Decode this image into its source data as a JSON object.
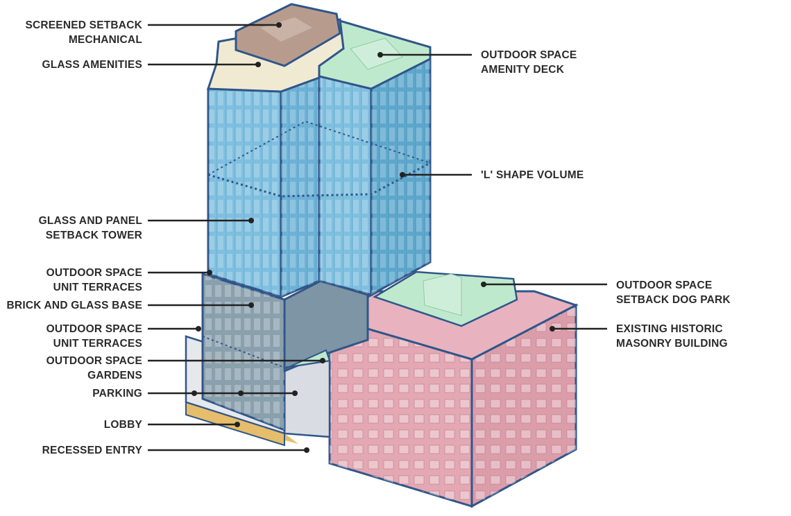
{
  "labels_left": [
    {
      "id": "screened-setback-mechanical",
      "lines": [
        "SCREENED SETBACK",
        "MECHANICAL"
      ]
    },
    {
      "id": "glass-amenities",
      "lines": [
        "GLASS AMENITIES"
      ]
    },
    {
      "id": "glass-and-panel-setback-tower",
      "lines": [
        "GLASS AND PANEL",
        "SETBACK TOWER"
      ]
    },
    {
      "id": "outdoor-space-unit-terraces-upper",
      "lines": [
        "OUTDOOR SPACE",
        "UNIT TERRACES"
      ]
    },
    {
      "id": "brick-and-glass-base",
      "lines": [
        "BRICK AND GLASS BASE"
      ]
    },
    {
      "id": "outdoor-space-unit-terraces-lower",
      "lines": [
        "OUTDOOR SPACE",
        "UNIT TERRACES"
      ]
    },
    {
      "id": "outdoor-space-gardens",
      "lines": [
        "OUTDOOR SPACE",
        "GARDENS"
      ]
    },
    {
      "id": "parking",
      "lines": [
        "PARKING"
      ]
    },
    {
      "id": "lobby",
      "lines": [
        "LOBBY"
      ]
    },
    {
      "id": "recessed-entry",
      "lines": [
        "RECESSED ENTRY"
      ]
    }
  ],
  "labels_right": [
    {
      "id": "outdoor-space-amenity-deck",
      "lines": [
        "OUTDOOR SPACE",
        "AMENITY DECK"
      ]
    },
    {
      "id": "l-shape-volume",
      "lines": [
        "'L' SHAPE VOLUME"
      ]
    },
    {
      "id": "outdoor-space-setback-dog-park",
      "lines": [
        "OUTDOOR SPACE",
        "SETBACK DOG PARK"
      ]
    },
    {
      "id": "existing-historic-masonry-building",
      "lines": [
        "EXISTING HISTORIC",
        "MASONRY BUILDING"
      ]
    }
  ],
  "colors": {
    "outline": "#2f5689",
    "glass_tower": "#7fbfdf",
    "glass_tower_dark": "#5ea7cc",
    "amenity_glass": "#f1ead3",
    "mechanical": "#b79c8e",
    "deck_green": "#bfe9cd",
    "brick_base": "#8aa0ad",
    "historic_masonry": "#e3a8b4",
    "lobby": "#e6bd6a",
    "parking": "#e6e8ec",
    "leader": "#222222"
  }
}
